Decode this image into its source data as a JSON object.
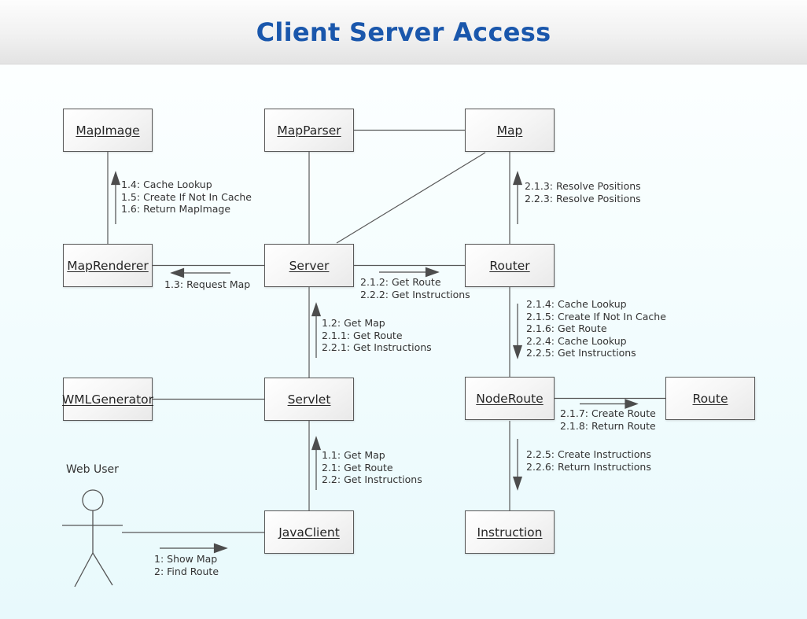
{
  "header": {
    "title": "Client Server Access"
  },
  "colors": {
    "title_blue": "#1a57ac",
    "line_gray": "#585858",
    "text_gray": "#333333"
  },
  "actor": {
    "label": "Web User"
  },
  "nodes": {
    "map_image": {
      "label": "MapImage"
    },
    "map_parser": {
      "label": "MapParser"
    },
    "map": {
      "label": "Map"
    },
    "map_renderer": {
      "label": "MapRenderer"
    },
    "server": {
      "label": "Server"
    },
    "router": {
      "label": "Router"
    },
    "wml_generator": {
      "label": "WMLGenerator"
    },
    "servlet": {
      "label": "Servlet"
    },
    "node_route": {
      "label": "NodeRoute"
    },
    "route": {
      "label": "Route"
    },
    "java_client": {
      "label": "JavaClient"
    },
    "instruction": {
      "label": "Instruction"
    }
  },
  "messages": {
    "map_image_ops": {
      "direction": "up",
      "lines": [
        "1.4: Cache Lookup",
        "1.5: Create If Not In Cache",
        "1.6: Return MapImage"
      ]
    },
    "request_map": {
      "direction": "left",
      "lines": [
        "1.3: Request Map"
      ]
    },
    "server_to_router": {
      "direction": "right",
      "lines": [
        "2.1.2: Get Route",
        "2.2.2: Get Instructions"
      ]
    },
    "resolve_positions": {
      "direction": "up",
      "lines": [
        "2.1.3: Resolve Positions",
        "2.2.3: Resolve Positions"
      ]
    },
    "server_ops": {
      "direction": "up",
      "lines": [
        "1.2: Get Map",
        "2.1.1: Get Route",
        "2.2.1: Get Instructions"
      ]
    },
    "node_route_ops": {
      "direction": "down",
      "lines": [
        "2.1.4: Cache Lookup",
        "2.1.5: Create If Not In Cache",
        "2.1.6: Get Route",
        "2.2.4: Cache Lookup",
        "2.2.5: Get Instructions"
      ]
    },
    "create_route": {
      "direction": "right",
      "lines": [
        "2.1.7: Create Route",
        "2.1.8: Return Route"
      ]
    },
    "create_instructions": {
      "direction": "down",
      "lines": [
        "2.2.5: Create Instructions",
        "2.2.6: Return Instructions"
      ]
    },
    "servlet_ops": {
      "direction": "up",
      "lines": [
        "1.1: Get Map",
        "2.1: Get Route",
        "2.2: Get Instructions"
      ]
    },
    "user_requests": {
      "direction": "right",
      "lines": [
        "1: Show Map",
        "2: Find Route"
      ]
    }
  }
}
